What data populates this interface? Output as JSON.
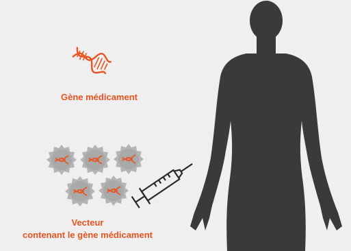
{
  "colors": {
    "accent": "#e8531f",
    "silhouette": "#3a3a3a",
    "vector_particle": "#b0b0b0",
    "background": "#efefef"
  },
  "icons": {
    "gene": "dna-helix-icon",
    "vector": "virus-particle-icon",
    "injection": "syringe-icon",
    "body": "human-silhouette"
  },
  "labels": {
    "gene": "Gène médicament",
    "vector_line1": "Vecteur",
    "vector_line2": "contenant le gène médicament"
  }
}
